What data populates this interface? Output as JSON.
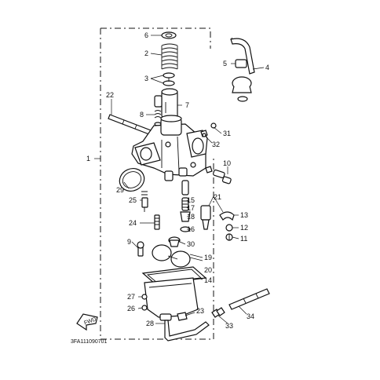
{
  "diagram": {
    "callouts": {
      "c1": "1",
      "c2": "2",
      "c3": "3",
      "c4": "4",
      "c5": "5",
      "c6": "6",
      "c7": "7",
      "c8": "8",
      "c9": "9",
      "c10": "10",
      "c11": "11",
      "c12": "12",
      "c13": "13",
      "c14": "14",
      "c15": "15",
      "c16": "16",
      "c17": "17",
      "c18": "18",
      "c19": "19",
      "c20": "20",
      "c21": "21",
      "c22": "22",
      "c23": "23",
      "c24": "24",
      "c25": "25",
      "c26": "26",
      "c27": "27",
      "c28": "28",
      "c29": "29",
      "c30": "30",
      "c31": "31",
      "c32": "32",
      "c33": "33",
      "c34": "34"
    },
    "fwd_label": "FWD",
    "drawing_code": "3FA111090701"
  }
}
